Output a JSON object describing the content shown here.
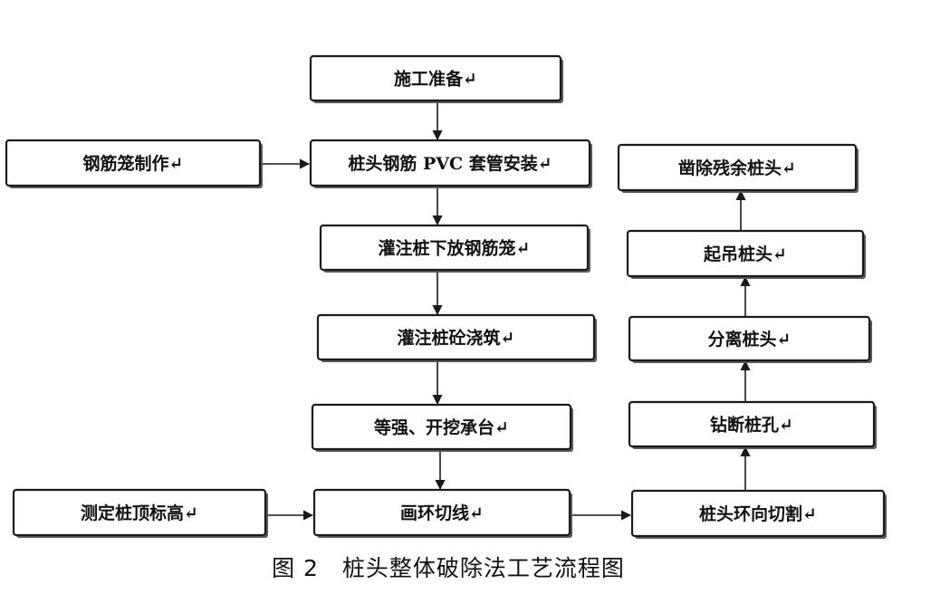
{
  "figure": {
    "caption": "图 2　桩头整体破除法工艺流程图"
  },
  "nodes": [
    {
      "id": "construction-prep",
      "label": "施工准备↵"
    },
    {
      "id": "rebar-cage-making",
      "label": "钢筋笼制作↵"
    },
    {
      "id": "pvc-sleeve-install",
      "label": "桩头钢筋 PVC 套管安装↵"
    },
    {
      "id": "lower-rebar-cage",
      "label": "灌注桩下放钢筋笼↵"
    },
    {
      "id": "concrete-pouring",
      "label": "灌注桩砼浇筑↵"
    },
    {
      "id": "excavate-pile-cap",
      "label": "等强、开挖承台↵"
    },
    {
      "id": "measure-pile-top",
      "label": "测定桩顶标高↵"
    },
    {
      "id": "draw-ring-line",
      "label": "画环切线↵"
    },
    {
      "id": "ring-cutting",
      "label": "桩头环向切割↵"
    },
    {
      "id": "drill-break-holes",
      "label": "钻断桩孔↵"
    },
    {
      "id": "separate-pile-head",
      "label": "分离桩头↵"
    },
    {
      "id": "lift-pile-head",
      "label": "起吊桩头↵"
    },
    {
      "id": "clear-residual",
      "label": "凿除残余桩头↵"
    }
  ],
  "edges": [
    {
      "from": "construction-prep",
      "to": "pvc-sleeve-install"
    },
    {
      "from": "rebar-cage-making",
      "to": "pvc-sleeve-install"
    },
    {
      "from": "pvc-sleeve-install",
      "to": "lower-rebar-cage"
    },
    {
      "from": "lower-rebar-cage",
      "to": "concrete-pouring"
    },
    {
      "from": "concrete-pouring",
      "to": "excavate-pile-cap"
    },
    {
      "from": "excavate-pile-cap",
      "to": "draw-ring-line"
    },
    {
      "from": "measure-pile-top",
      "to": "draw-ring-line"
    },
    {
      "from": "draw-ring-line",
      "to": "ring-cutting"
    },
    {
      "from": "ring-cutting",
      "to": "drill-break-holes"
    },
    {
      "from": "drill-break-holes",
      "to": "separate-pile-head"
    },
    {
      "from": "separate-pile-head",
      "to": "lift-pile-head"
    },
    {
      "from": "lift-pile-head",
      "to": "clear-residual"
    }
  ]
}
